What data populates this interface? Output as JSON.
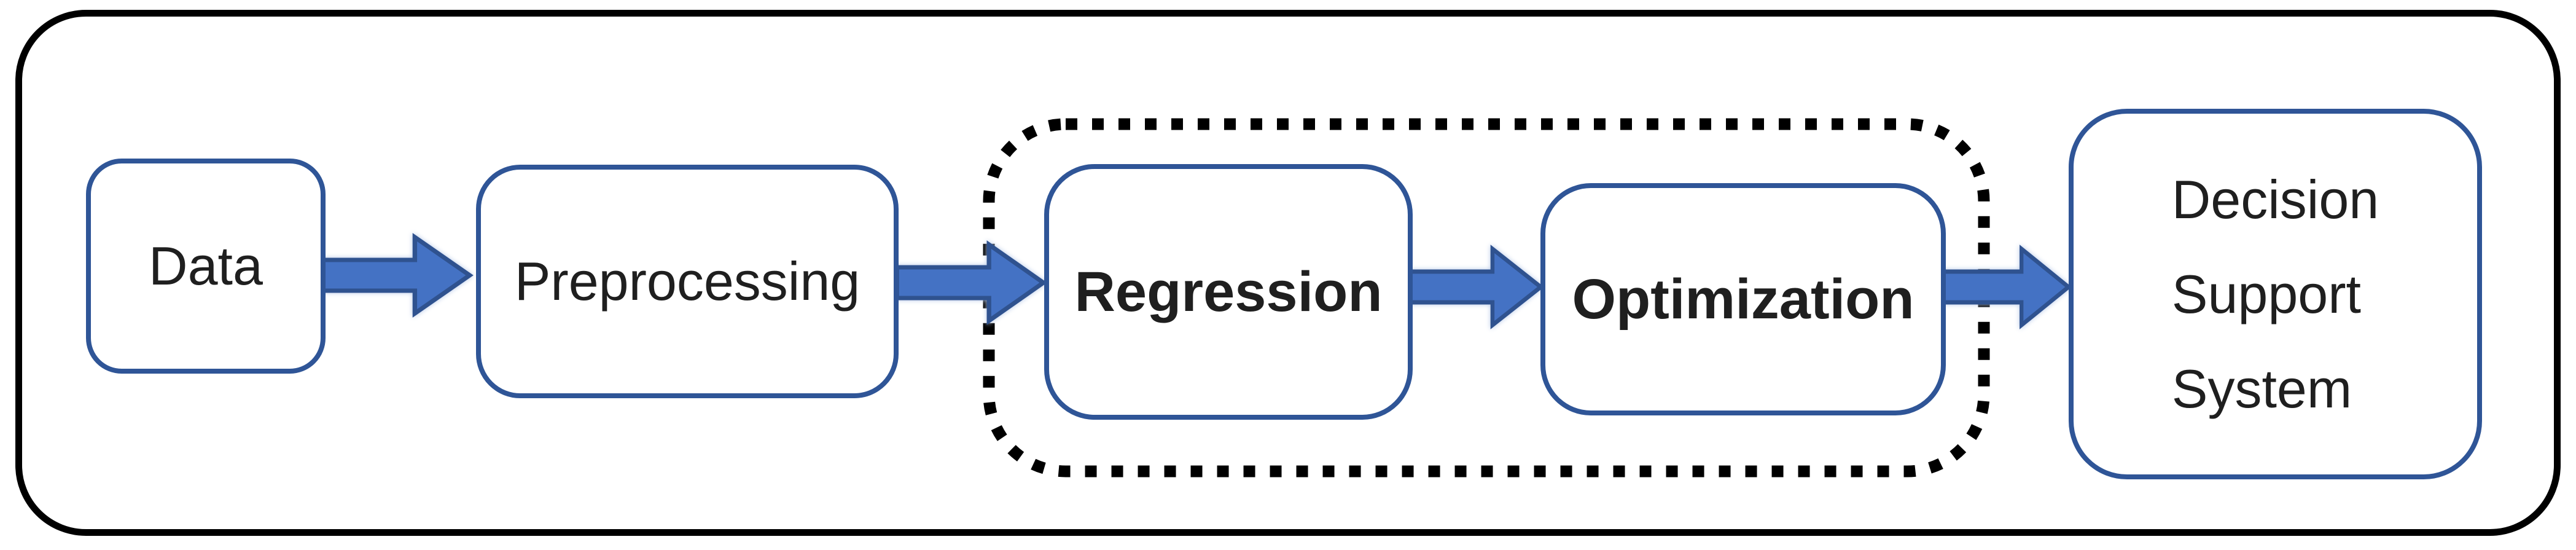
{
  "diagram": {
    "nodes": [
      {
        "id": "data",
        "label": "Data",
        "emphasis": "regular"
      },
      {
        "id": "preprocessing",
        "label": "Preprocessing",
        "emphasis": "regular"
      },
      {
        "id": "regression",
        "label": "Regression",
        "emphasis": "bold"
      },
      {
        "id": "optimization",
        "label": "Optimization",
        "emphasis": "bold"
      },
      {
        "id": "dss",
        "label": "Decision\nSupport\nSystem",
        "emphasis": "regular"
      }
    ],
    "edges": [
      {
        "from": "data",
        "to": "preprocessing"
      },
      {
        "from": "preprocessing",
        "to": "regression"
      },
      {
        "from": "regression",
        "to": "optimization"
      },
      {
        "from": "optimization",
        "to": "dss"
      }
    ],
    "group": {
      "members": [
        "regression",
        "optimization"
      ],
      "border_style": "dotted"
    },
    "colors": {
      "node_border": "#2F5597",
      "arrow_fill": "#4472C4",
      "arrow_border": "#2F528F",
      "frame_border": "#000000",
      "group_border": "#000000",
      "text": "#1F1F1F",
      "background": "#FFFFFF"
    }
  }
}
